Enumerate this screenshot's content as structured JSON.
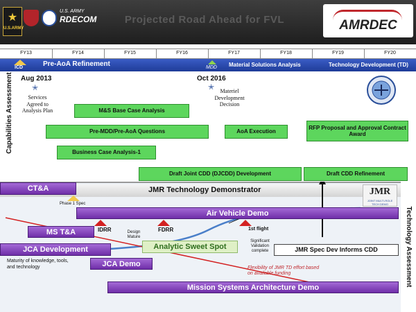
{
  "header": {
    "title": "Projected Road Ahead for FVL",
    "army_text": "U.S.ARMY",
    "rdecom_small": "U.S. ARMY",
    "rdecom": "RDECOM",
    "amrdec": "AMRDEC"
  },
  "fiscal_years": [
    "FY13",
    "FY14",
    "FY15",
    "FY16",
    "FY17",
    "FY18",
    "FY19",
    "FY20"
  ],
  "phase_bar": {
    "icd": "ICD",
    "mdd": "MDD",
    "pre_aoa": "Pre-AoA Refinement",
    "msa": "Material Solutions Analysis",
    "td": "Technology Development (TD)"
  },
  "milestones": {
    "aug_2013": "Aug  2013",
    "services_agreed": "Services Agreed to Analysis Plan",
    "oct_2016": "Oct 2016",
    "materiel_decision": "Materiel Development Decision"
  },
  "upper_boxes": {
    "ms_base": "M&S Base Case Analysis",
    "pre_mdd": "Pre-MDD/Pre-AoA Questions",
    "aoa_exec": "AoA Execution",
    "rfp": "RFP Proposal and Approval Contract Award",
    "bca": "Business Case Analysis-1",
    "djcdd": "Draft Joint CDD (DJCDD) Development",
    "cdd_ref": "Draft CDD Refinement"
  },
  "side_labels": {
    "left": "Capabilities Assessment",
    "right": "Technology Assessment"
  },
  "lower": {
    "cta": "CT&A",
    "jmr_title": "JMR Technology Demonstrator",
    "jmr_logo": "JMR",
    "jmr_logo_sub": "JOINT MULTI-ROLE TECH DEMO",
    "phase1": "Phase 1 Spec",
    "air_vehicle": "Air Vehicle Demo",
    "ms_ta": "MS T&A",
    "idrr": "IDRR",
    "fdrr": "FDRR",
    "first_flight": "1st flight",
    "design_mature": "Design Mature",
    "jca_dev": "JCA Development",
    "sweet_spot": "Analytic Sweet Spot",
    "significant": "Significant Validation complete",
    "jmr_spec": "JMR Spec Dev Informs CDD",
    "maturity": "Maturity of knowledge, tools, and technology",
    "jca_demo": "JCA Demo",
    "flexibility": "Flexibility of JMR TD effort based on available funding",
    "mission": "Mission Systems Architecture Demo"
  },
  "colors": {
    "phase_blue": "#1f3c98",
    "green_box": "#5dd65d",
    "purple_box": "#6f2ea8",
    "red_line": "#d32222",
    "blue_curve": "#4a7fc9"
  }
}
